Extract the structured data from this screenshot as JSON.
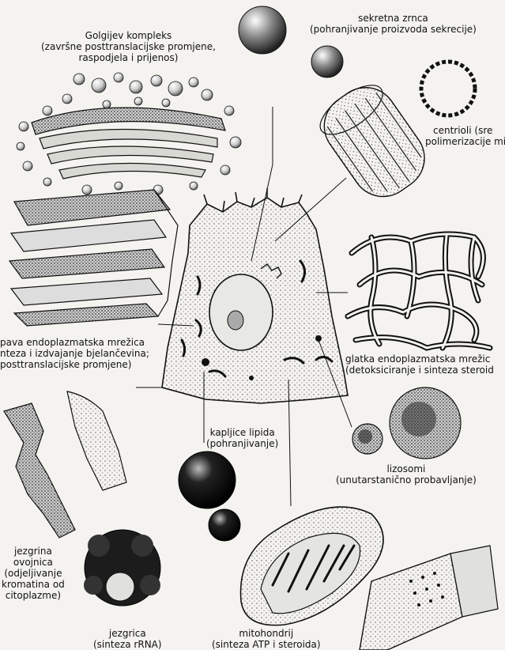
{
  "labels": {
    "golgi": {
      "title": "Golgijev kompleks",
      "line1": "(završne posttranslacijske promjene,",
      "line2": "raspodjela i prijenos)"
    },
    "secretory": {
      "title": "sekretna zrnca",
      "line1": "(pohranjivanje proizvoda sekrecije)"
    },
    "centrioles": {
      "title": "centrioli (sre",
      "line1": "polimerizacije mi"
    },
    "rough_er": {
      "title": "pava endoplazmatska mrežica",
      "line1": "nteza i izdvajanje bjelančevina;",
      "line2": "posttranslacijske promjene)"
    },
    "smooth_er": {
      "title": "glatka endoplazmatska mrežic",
      "line1": "(detoksiciranje i sinteza steroid"
    },
    "lipid": {
      "title": "kapljice lipida",
      "line1": "(pohranjivanje)"
    },
    "lysosome": {
      "title": "lizosomi",
      "line1": "(unutarstanično probavljanje)"
    },
    "envelope": {
      "title": "jezgrina",
      "line1": "ovojnica",
      "line2": "(odjeljivanje",
      "line3": "kromatina od",
      "line4": "citoplazme)"
    },
    "nucleolus": {
      "title": "jezgrica",
      "line1": "(sinteza rRNA)"
    },
    "mito": {
      "title": "mitohondrij",
      "line1": "(sinteza ATP i steroida)"
    }
  },
  "colors": {
    "ink": "#111111",
    "paper": "#f4f3ef",
    "stipple": "#555555"
  }
}
